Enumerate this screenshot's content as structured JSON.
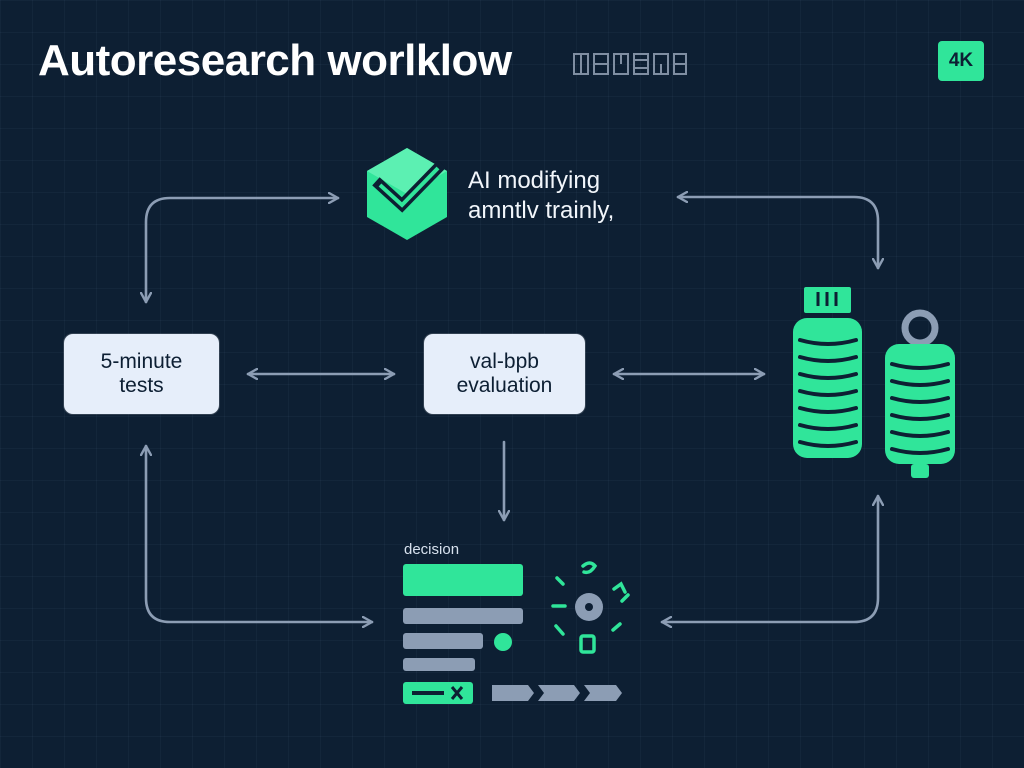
{
  "header": {
    "title": "Autoresearch worlklow",
    "badge": "4K"
  },
  "nodes": {
    "ai": {
      "line1": "AI modifying",
      "line2": "amntlv trainly,"
    },
    "tests": {
      "line1": "5-minute",
      "line2": "tests"
    },
    "evaluation": {
      "line1": "val-bpb",
      "line2": "evaluation"
    },
    "decision": {
      "label": "decision"
    }
  },
  "icons": {
    "ai": "cube-check-icon",
    "storage": "database-stack-icon",
    "decision_panel": "decision-list-icon",
    "decision_options": "radial-options-icon"
  },
  "colors": {
    "background": "#0d1f33",
    "accent": "#30e59a",
    "connector": "#8c9db4",
    "node_fill": "#e6eefa",
    "text": "#ffffff"
  }
}
